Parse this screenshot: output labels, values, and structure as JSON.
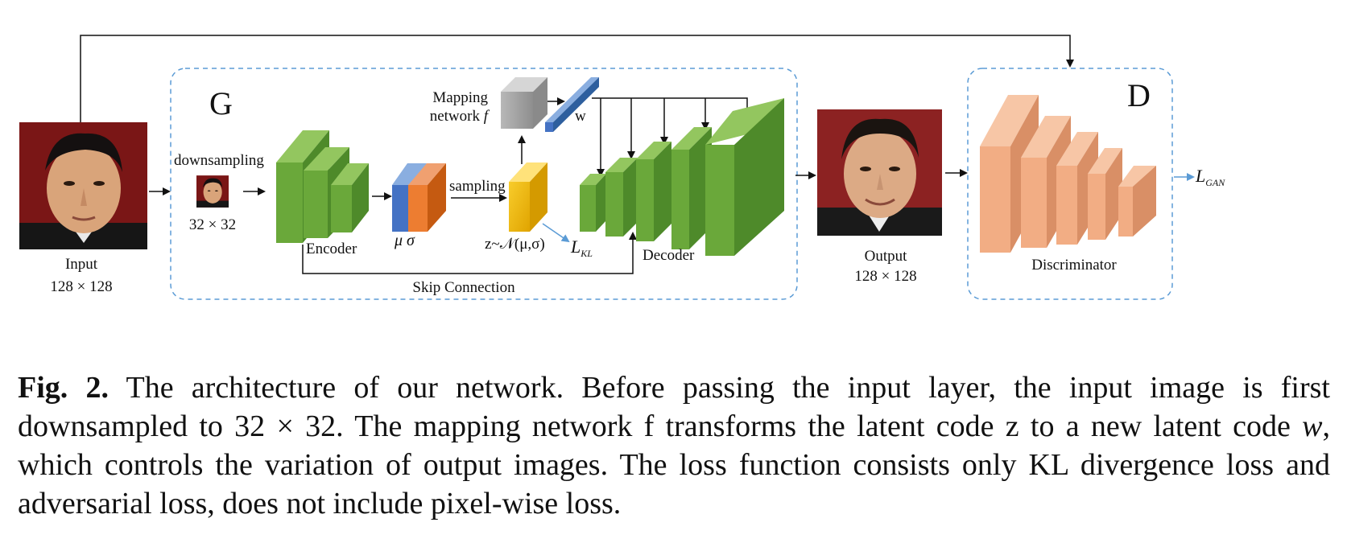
{
  "figure": {
    "input_label": "Input",
    "input_size": "128 × 128",
    "downsampling_label": "downsampling",
    "downsampled_size": "32 × 32",
    "generator_letter": "G",
    "mapping_label_line1": "Mapping",
    "mapping_label_line2": "network",
    "mapping_label_f": "f",
    "w_label": "w",
    "encoder_label": "Encoder",
    "mu_sigma_label": "μ σ",
    "sampling_label": "sampling",
    "z_dist_label": "z~𝒩(μ,σ)",
    "lkl_label": "L",
    "lkl_sub": "KL",
    "decoder_label": "Decoder",
    "skip_label": "Skip Connection",
    "output_label": "Output",
    "output_size": "128 × 128",
    "discriminator_letter": "D",
    "discriminator_label": "Discriminator",
    "lgan_label": "L",
    "lgan_sub": "GAN"
  },
  "caption": {
    "fig_label": "Fig. 2.",
    "text_part1": " The architecture of our network. Before passing the input layer, the input image is first downsampled to 32 × 32. The mapping network f transforms the latent code z to a new latent code ",
    "w_var": "w",
    "text_part2": ", which controls the variation of output images. The loss function consists only KL divergence loss and adversarial loss, does not include pixel-wise loss."
  },
  "colors": {
    "green_front": "#6aa83a",
    "green_side": "#4e8a2a",
    "green_top": "#93c65f",
    "orange_front": "#f2ad84",
    "orange_side": "#d98f66",
    "orange_top": "#f7c6a6",
    "dashed_box": "#5b9bd5",
    "lkl_arrow": "#5b9bd5"
  }
}
